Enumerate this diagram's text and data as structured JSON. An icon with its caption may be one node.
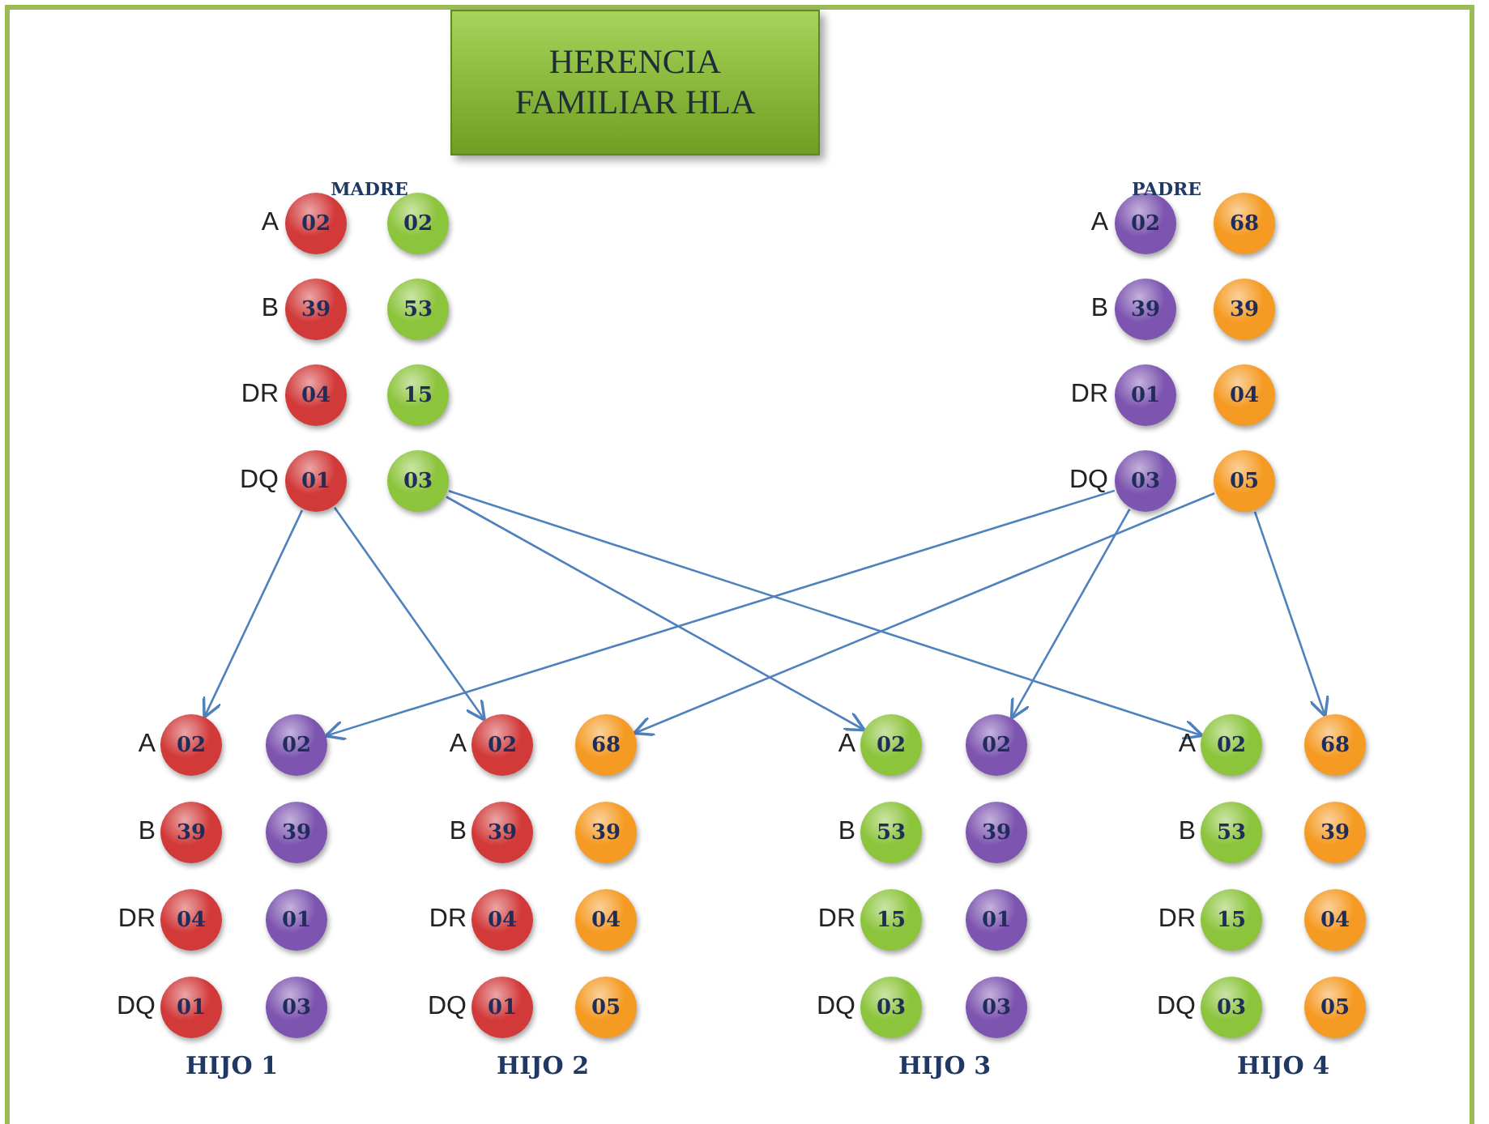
{
  "diagram": {
    "title": "HERENCIA FAMILIAR HLA",
    "nodes": [
      {
        "text": [
          "02"
        ]
      },
      {
        "text": [
          "02"
        ]
      },
      {
        "text": [
          "39"
        ]
      },
      {
        "text": [
          "53"
        ]
      },
      {
        "text": [
          "04"
        ]
      },
      {
        "text": [
          "15"
        ]
      },
      {
        "text": [
          "01"
        ]
      },
      {
        "text": [
          "03"
        ]
      },
      {
        "text": [
          "02"
        ]
      },
      {
        "text": [
          "68"
        ]
      },
      {
        "text": [
          "39"
        ]
      },
      {
        "text": [
          "39"
        ]
      },
      {
        "text": [
          "01"
        ]
      },
      {
        "text": [
          "04"
        ]
      },
      {
        "text": [
          "03"
        ]
      },
      {
        "text": [
          "05"
        ]
      },
      {
        "text": [
          "02"
        ]
      },
      {
        "text": [
          "02"
        ]
      },
      {
        "text": [
          "39"
        ]
      },
      {
        "text": [
          "39"
        ]
      },
      {
        "text": [
          "04"
        ]
      },
      {
        "text": [
          "01"
        ]
      },
      {
        "text": [
          "01"
        ]
      },
      {
        "text": [
          "03"
        ]
      },
      {
        "text": [
          "02"
        ]
      },
      {
        "text": [
          "68"
        ]
      },
      {
        "text": [
          "39"
        ]
      },
      {
        "text": [
          "39"
        ]
      },
      {
        "text": [
          "04"
        ]
      },
      {
        "text": [
          "04"
        ]
      },
      {
        "text": [
          "01"
        ]
      },
      {
        "text": [
          "05"
        ]
      },
      {
        "text": [
          "02"
        ]
      },
      {
        "text": [
          "02"
        ]
      },
      {
        "text": [
          "53"
        ]
      },
      {
        "text": [
          "39"
        ]
      },
      {
        "text": [
          "15"
        ]
      },
      {
        "text": [
          "01"
        ]
      },
      {
        "text": [
          "03"
        ]
      },
      {
        "text": [
          "03"
        ]
      },
      {
        "text": [
          "02"
        ]
      },
      {
        "text": [
          "68"
        ]
      },
      {
        "text": [
          "53"
        ]
      },
      {
        "text": [
          "39"
        ]
      },
      {
        "text": [
          "15"
        ]
      },
      {
        "text": [
          "04"
        ]
      },
      {
        "text": [
          "03"
        ]
      },
      {
        "text": [
          "05"
        ]
      }
    ],
    "edges": [
      {
        "from": 6,
        "to": 16,
        "arrow": "to"
      },
      {
        "from": 6,
        "to": 24,
        "arrow": "to"
      },
      {
        "from": 7,
        "to": 32,
        "arrow": "to"
      },
      {
        "from": 7,
        "to": 40,
        "arrow": "to"
      },
      {
        "from": 14,
        "to": 17,
        "arrow": "to"
      },
      {
        "from": 14,
        "to": 33,
        "arrow": "to"
      },
      {
        "from": 15,
        "to": 25,
        "arrow": "to"
      },
      {
        "from": 15,
        "to": 41,
        "arrow": "to"
      }
    ],
    "labels": [
      "MADRE",
      "PADRE",
      "A",
      "A",
      "B",
      "B",
      "DR",
      "DR",
      "DQ",
      "DQ",
      "A",
      "A",
      "A",
      "A",
      "B",
      "B",
      "B",
      "B",
      "DR",
      "DR",
      "DR",
      "DR",
      "DQ",
      "DQ",
      "DQ",
      "DQ",
      "HIJO 1",
      "HIJO 2",
      "HIJO 3",
      "HIJO 4"
    ]
  }
}
